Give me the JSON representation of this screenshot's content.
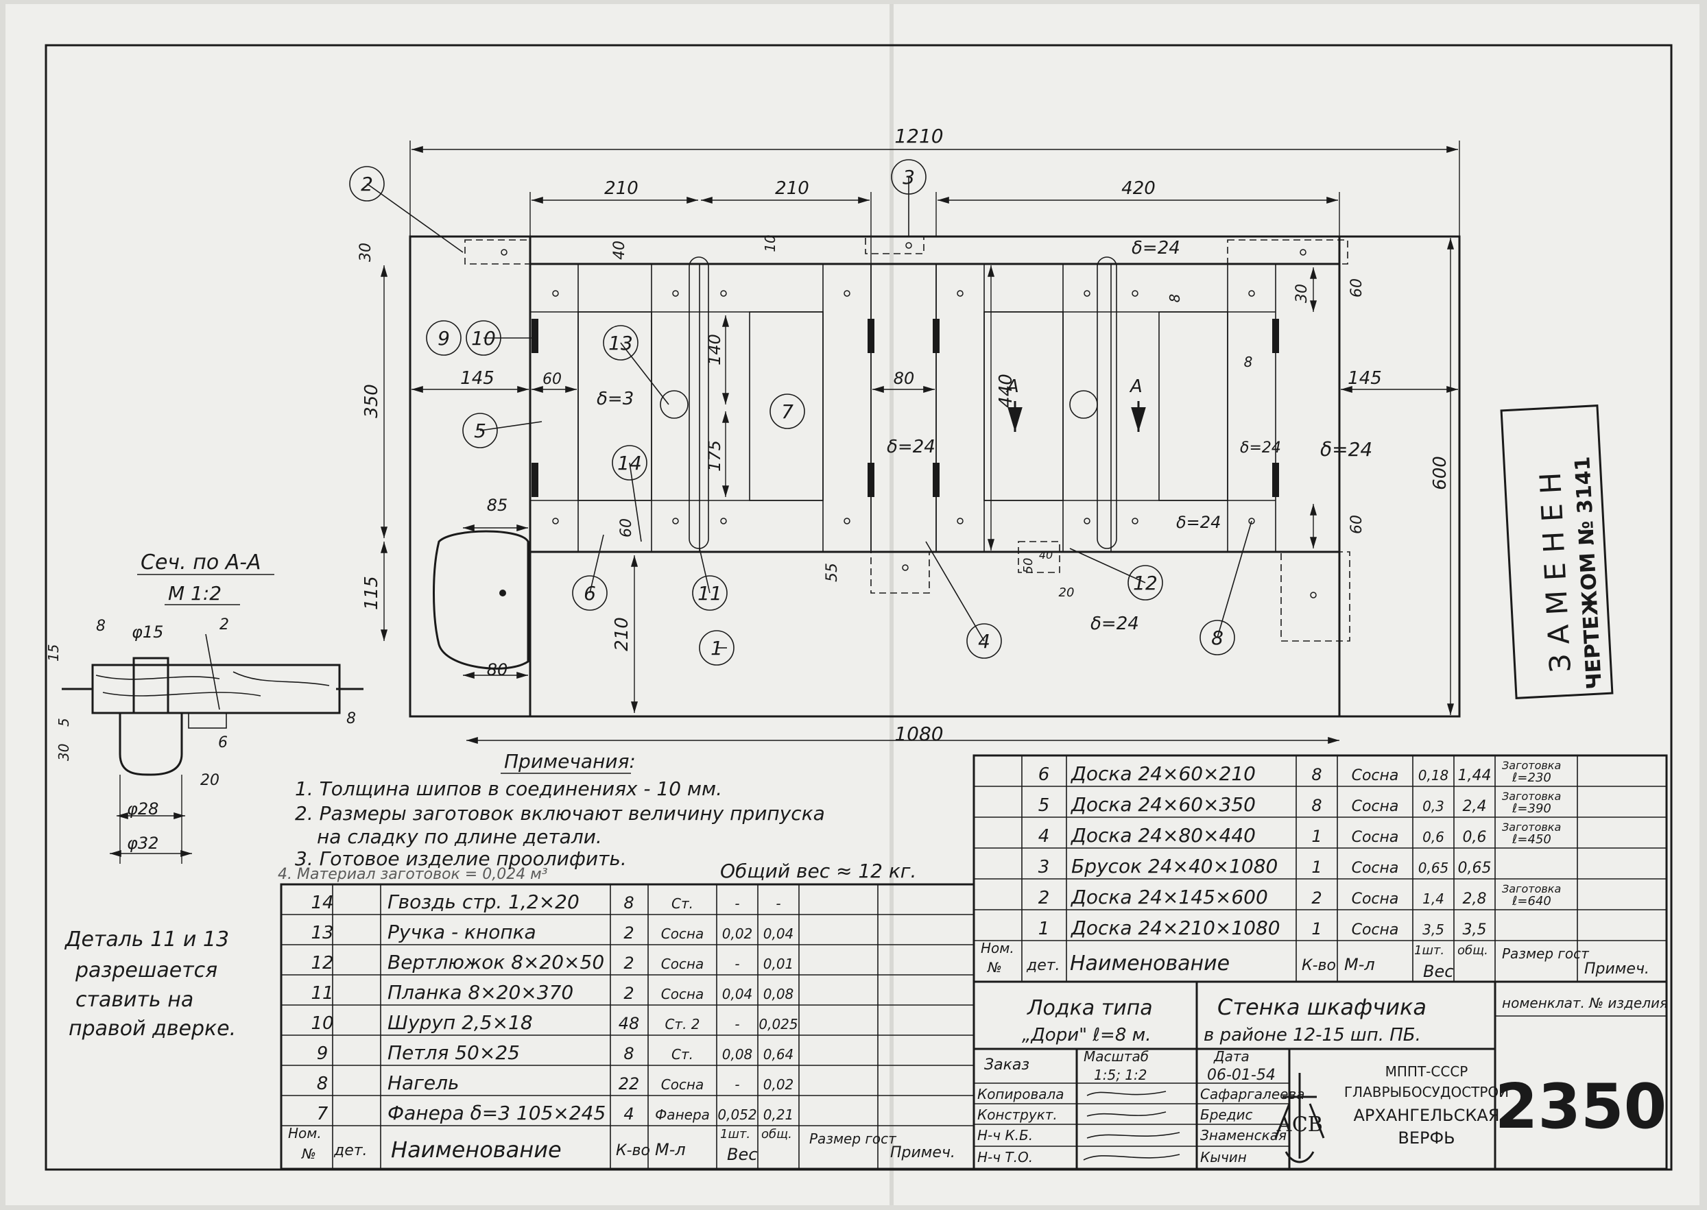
{
  "dimensions": {
    "overall_width": "1210",
    "seg_a": "210",
    "seg_b": "210",
    "seg_c": "420",
    "overall_height": "600",
    "height_350": "350",
    "height_115": "115",
    "height_210": "210",
    "bottom_width": "1080",
    "left_145": "145",
    "left_60": "60",
    "right_145": "145",
    "mid_80": "80",
    "top_40": "40",
    "top_30": "30",
    "top_10": "10",
    "top_8": "8",
    "right_30": "30",
    "right_60_top": "60",
    "right_60_bottom": "60",
    "right_8": "8",
    "h_440": "440",
    "h_140": "140",
    "h_175": "175",
    "left_85": "85",
    "left_80": "80",
    "left_60b": "60",
    "h_55": "55",
    "h_50": "50",
    "h_40": "40",
    "w_20": "20"
  },
  "thickness_labels": {
    "d24_top": "δ=24",
    "d3": "δ=3",
    "d24_mid": "δ=24",
    "d24_right_a": "δ=24",
    "d24_right_b": "δ=24",
    "d24_lower": "δ=24",
    "d24_bottom": "δ=24"
  },
  "section_marks": {
    "a1": "A",
    "a2": "A"
  },
  "callouts": [
    "1",
    "2",
    "3",
    "4",
    "5",
    "6",
    "7",
    "8",
    "9",
    "10",
    "11",
    "12",
    "13",
    "14"
  ],
  "section_view": {
    "title": "Сеч. по А-А",
    "scale": "М 1:2",
    "d15": "φ15",
    "d28": "φ28",
    "d32": "φ32",
    "n8": "8",
    "n2": "2",
    "n15": "15",
    "n5": "5",
    "n30": "30",
    "n6": "6",
    "n20": "20",
    "n8b": "8"
  },
  "stamp_replaced": {
    "line1": "ЗАМЕНЕН",
    "line2": "ЧЕРТЕЖОМ № 3141"
  },
  "notes": {
    "title": "Примечания:",
    "items": [
      "1. Толщина шипов в соединениях - 10 мм.",
      "2. Размеры заготовок включают величину припуска",
      "на сладку по длине детали.",
      "3. Готовое изделие проолифить."
    ],
    "crossed": "4. Материал заготовок = 0,024 м³",
    "total_weight": "Общий вес ≈ 12 кг."
  },
  "side_note": [
    "Деталь 11 и 13",
    "разрешается",
    "ставить на",
    "правой дверке."
  ],
  "left_table": {
    "rows": [
      {
        "num": "14",
        "name": "Гвоздь стр. 1,2×20",
        "qty": "8",
        "mat": "Ст.",
        "w1": "-",
        "w2": "-"
      },
      {
        "num": "13",
        "name": "Ручка - кнопка",
        "qty": "2",
        "mat": "Сосна",
        "w1": "0,02",
        "w2": "0,04"
      },
      {
        "num": "12",
        "name": "Вертлюжок 8×20×50",
        "qty": "2",
        "mat": "Сосна",
        "w1": "-",
        "w2": "0,01"
      },
      {
        "num": "11",
        "name": "Планка 8×20×370",
        "qty": "2",
        "mat": "Сосна",
        "w1": "0,04",
        "w2": "0,08"
      },
      {
        "num": "10",
        "name": "Шуруп 2,5×18",
        "qty": "48",
        "mat": "Ст. 2",
        "w1": "-",
        "w2": "0,025"
      },
      {
        "num": "9",
        "name": "Петля 50×25",
        "qty": "8",
        "mat": "Ст.",
        "w1": "0,08",
        "w2": "0,64"
      },
      {
        "num": "8",
        "name": "Нагель",
        "qty": "22",
        "mat": "Сосна",
        "w1": "-",
        "w2": "0,02"
      },
      {
        "num": "7",
        "name": "Фанера δ=3 105×245",
        "qty": "4",
        "mat": "Фанера",
        "w1": "0,052",
        "w2": "0,21"
      }
    ],
    "header": {
      "nom": "Ном. №",
      "det": "дет.",
      "name": "Наименование",
      "qty": "К-во",
      "mat": "М-л",
      "w1": "1шт.",
      "w2": "общ.",
      "weight": "Вес",
      "size": "Размер гост",
      "note": "Примеч."
    }
  },
  "right_table": {
    "rows": [
      {
        "num": "6",
        "name": "Доска 24×60×210",
        "qty": "8",
        "mat": "Сосна",
        "w1": "0,18",
        "w2": "1,44",
        "size": "Заготовка ℓ=230"
      },
      {
        "num": "5",
        "name": "Доска 24×60×350",
        "qty": "8",
        "mat": "Сосна",
        "w1": "0,3",
        "w2": "2,4",
        "size": "Заготовка ℓ=390"
      },
      {
        "num": "4",
        "name": "Доска 24×80×440",
        "qty": "1",
        "mat": "Сосна",
        "w1": "0,6",
        "w2": "0,6",
        "size": "Заготовка ℓ=450"
      },
      {
        "num": "3",
        "name": "Брусок 24×40×1080",
        "qty": "1",
        "mat": "Сосна",
        "w1": "0,65",
        "w2": "0,65",
        "size": ""
      },
      {
        "num": "2",
        "name": "Доска 24×145×600",
        "qty": "2",
        "mat": "Сосна",
        "w1": "1,4",
        "w2": "2,8",
        "size": "Заготовка ℓ=640"
      },
      {
        "num": "1",
        "name": "Доска 24×210×1080",
        "qty": "1",
        "mat": "Сосна",
        "w1": "3,5",
        "w2": "3,5",
        "size": ""
      }
    ],
    "header": {
      "nom": "Ном. №",
      "det": "дет.",
      "name": "Наименование",
      "qty": "К-во",
      "mat": "М-л",
      "w1": "1шт.",
      "w2": "общ.",
      "weight": "Вес",
      "size": "Размер гост",
      "note": "Примеч."
    }
  },
  "title_block": {
    "boat": "Лодка типа",
    "boat_name": "„Дори\" ℓ=8 м.",
    "part": "Стенка шкафчика",
    "region": "в районе 12-15 шп. ПБ.",
    "nomenclature": "номенклат. № изделия",
    "order": "Заказ",
    "scale_label": "Масштаб",
    "scale": "1:5; 1:2",
    "date_label": "Дата",
    "date": "06-01-54",
    "roles": [
      "Копировала",
      "Конструкт.",
      "Н-ч К.Б.",
      "Н-ч Т.О."
    ],
    "names": [
      "Сафаргалеева",
      "Бредис",
      "Знаменская",
      "Кычин"
    ],
    "org": [
      "МППТ-СССР",
      "ГЛАВРЫБОСУДОСТРОЙ",
      "АРХАНГЕЛЬСКАЯ",
      "ВЕРФЬ"
    ],
    "logo": "АСВ",
    "drawing_number": "2350"
  }
}
